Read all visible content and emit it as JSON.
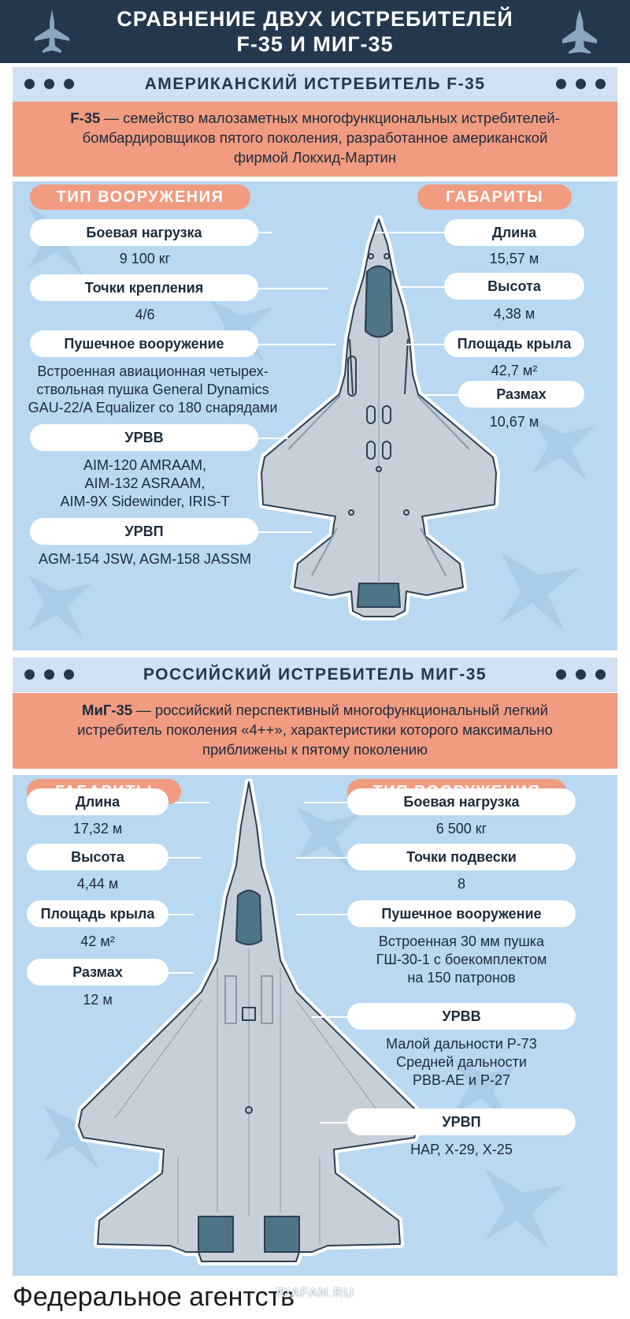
{
  "header": {
    "title_line1": "СРАВНЕНИЕ ДВУХ ИСТРЕБИТЕЛЕЙ",
    "title_line2": "F-35 И МИГ-35"
  },
  "colors": {
    "navy": "#24374d",
    "salmon": "#f19b80",
    "panel_blue": "#b9d8f1",
    "bar_blue": "#cfe1f2",
    "plane_gray": "#c7d0d8"
  },
  "f35": {
    "section_title": "АМЕРИКАНСКИЙ ИСТРЕБИТЕЛЬ F-35",
    "intro_bold": "F-35",
    "intro_line1": " — семейство малозаметных многофункциональных истребителей-",
    "intro_line2": "бомбардировщиков пятого поколения, разработанное американской",
    "intro_line3": "фирмой Локхид-Мартин",
    "weapons_header": "ТИП ВООРУЖЕНИЯ",
    "dims_header": "ГАБАРИТЫ",
    "weapons": [
      {
        "label": "Боевая нагрузка",
        "value": [
          "9 100 кг"
        ]
      },
      {
        "label": "Точки крепления",
        "value": [
          "4/6"
        ]
      },
      {
        "label": "Пушечное вооружение",
        "value": [
          "Встроенная авиационная четырех-",
          "ствольная пушка General Dynamics",
          "GAU-22/A Equalizer со 180 снарядами"
        ]
      },
      {
        "label": "УРВВ",
        "value": [
          "AIM-120 AMRAAM,",
          "AIM-132 ASRAAM,",
          "AIM-9X Sidewinder, IRIS-T"
        ]
      },
      {
        "label": "УРВП",
        "value": [
          "AGM-154 JSW, AGM-158 JASSM"
        ]
      }
    ],
    "dims": [
      {
        "label": "Длина",
        "value": "15,57 м"
      },
      {
        "label": "Высота",
        "value": "4,38 м"
      },
      {
        "label": "Площадь крыла",
        "value": "42,7 м²"
      },
      {
        "label": "Размах",
        "value": "10,67 м"
      }
    ]
  },
  "mig35": {
    "section_title": "РОССИЙСКИЙ ИСТРЕБИТЕЛЬ МИГ-35",
    "intro_bold": "МиГ-35",
    "intro_line1": " — российский перспективный многофункциональный легкий",
    "intro_line2": "истребитель поколения «4++», характеристики которого максимально",
    "intro_line3": "приближены к пятому поколению",
    "dims_header": "ГАБАРИТЫ",
    "weapons_header": "ТИП ВООРУЖЕНИЯ",
    "dims": [
      {
        "label": "Длина",
        "value": "17,32 м"
      },
      {
        "label": "Высота",
        "value": "4,44 м"
      },
      {
        "label": "Площадь крыла",
        "value": "42 м²"
      },
      {
        "label": "Размах",
        "value": "12 м"
      }
    ],
    "weapons": [
      {
        "label": "Боевая нагрузка",
        "value": [
          "6 500 кг"
        ]
      },
      {
        "label": "Точки подвески",
        "value": [
          "8"
        ]
      },
      {
        "label": "Пушечное вооружение",
        "value": [
          "Встроенная 30 мм пушка",
          "ГШ-30-1 с боекомплектом",
          "на 150 патронов"
        ]
      },
      {
        "label": "УРВВ",
        "value": [
          "Малой дальности Р-73",
          "Средней дальности",
          "РВВ-АЕ и Р-27"
        ]
      },
      {
        "label": "УРВП",
        "value": [
          "НАР, Х-29, Х-25"
        ]
      }
    ]
  },
  "footer": {
    "agency": "Федеральное агентств",
    "site": "RIAFAN.RU"
  }
}
